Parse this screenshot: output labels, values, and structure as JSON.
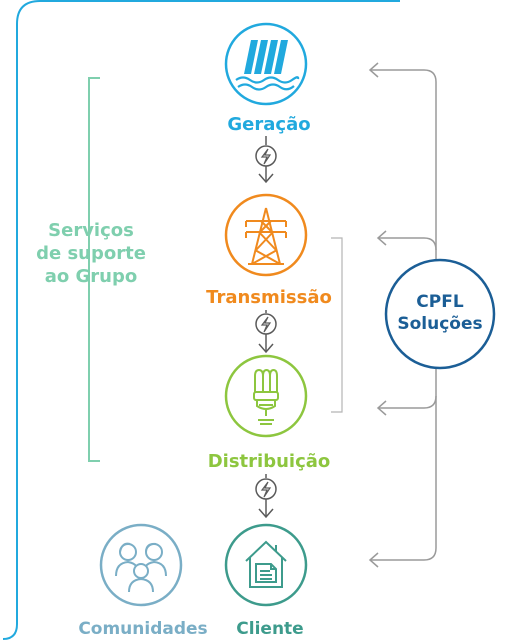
{
  "colors": {
    "frame": "#21a9de",
    "geracao": "#21a9de",
    "transmissao": "#f08a1e",
    "distribuicao": "#8dc63f",
    "cliente": "#3d9b8c",
    "comunidades": "#7aaec6",
    "servicos": "#7fcfae",
    "cpfl": "#1b5e96",
    "arrow": "#9a9a9a",
    "bolt": "#5a5a5a"
  },
  "icons": {
    "geracao": "hydro-dam-icon",
    "transmissao": "transmission-tower-icon",
    "distribuicao": "light-bulb-icon",
    "cliente": "house-icon",
    "comunidades": "people-group-icon",
    "connector": "lightning-bolt-icon"
  },
  "nodes": {
    "geracao": "Geração",
    "transmissao": "Transmissão",
    "distribuicao": "Distribuição",
    "cliente": "Cliente",
    "comunidades": "Comunidades"
  },
  "servicos": {
    "line1": "Serviços",
    "line2": "de suporte",
    "line3": "ao Grupo"
  },
  "cpfl": {
    "line1": "CPFL",
    "line2": "Soluções"
  }
}
